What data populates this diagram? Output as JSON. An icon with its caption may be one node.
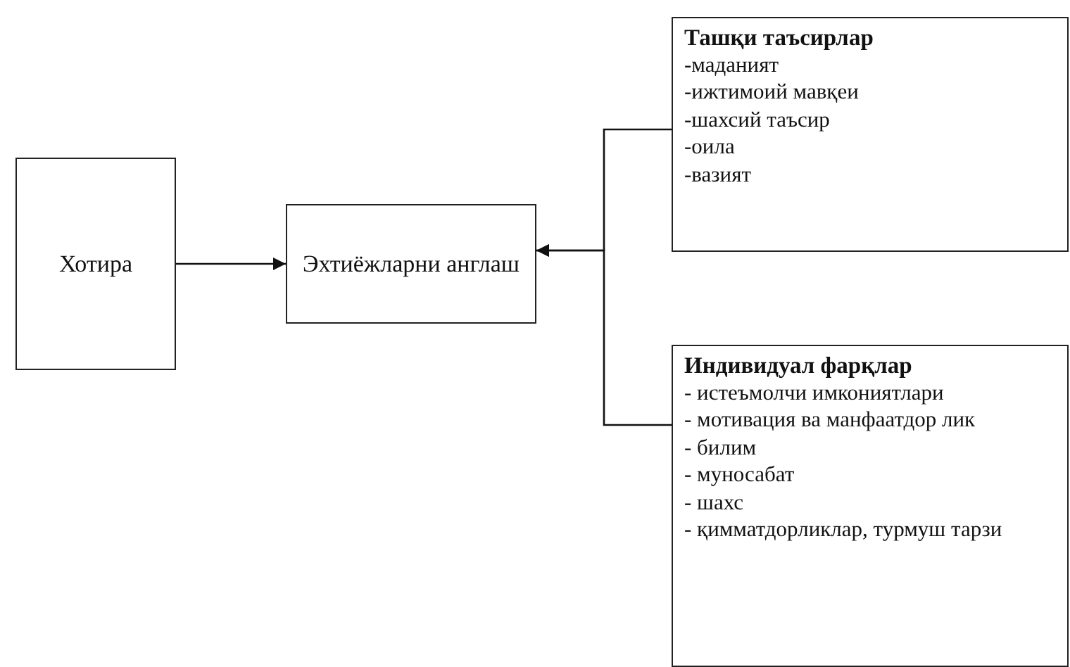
{
  "diagram": {
    "nodes": [
      {
        "text": [
          "Хотира"
        ]
      },
      {
        "text": [
          "Эхтиёжларни англаш"
        ]
      },
      {
        "text": [
          "Ташқи таъсирлар",
          "-маданият",
          "-ижтимоий мавқеи",
          "-шахсий таъсир",
          "-оила",
          "-вазият"
        ]
      },
      {
        "text": [
          "Индивидуал фарқлар",
          "- истеъмолчи имкониятлари",
          "- мотивация ва манфаатдор лик",
          "- билим",
          "- муносабат",
          "- шахс",
          "- қимматдорликлар, турмуш тарзи"
        ]
      }
    ],
    "edges": [
      {
        "from": 0,
        "to": 1,
        "arrow": "to"
      },
      {
        "from": 2,
        "to": 1,
        "arrow": "to"
      },
      {
        "from": 3,
        "to": 1,
        "arrow": "to"
      }
    ]
  }
}
